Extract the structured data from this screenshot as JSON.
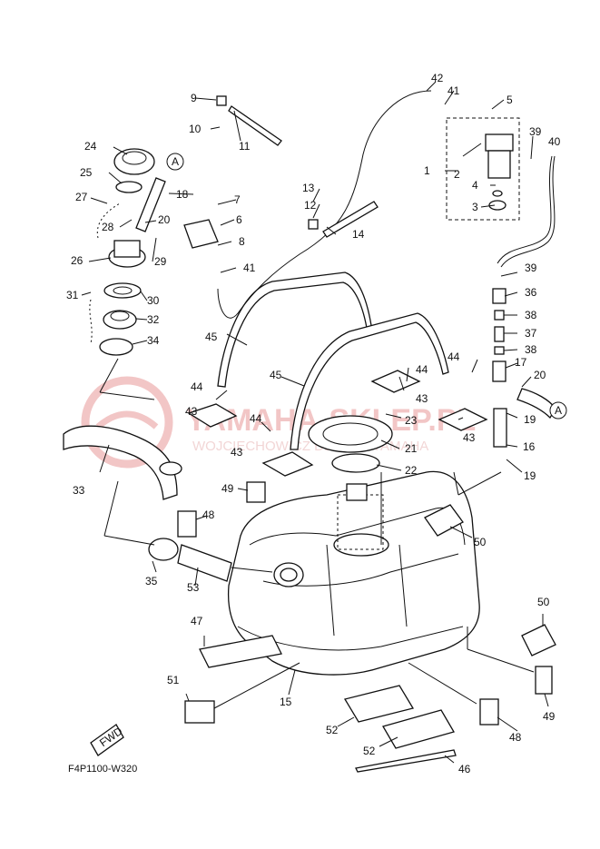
{
  "diagram": {
    "drawing_code": "F4P1100-W320",
    "fwd_label": "FWD",
    "watermark_main": "YAMAHA-SKLEP.PL",
    "watermark_sub": "WOJCIECHOWICZ DEALER YAMAHA",
    "ref_circle": "A",
    "callouts": [
      {
        "id": "c1",
        "text": "1"
      },
      {
        "id": "c2",
        "text": "2"
      },
      {
        "id": "c3",
        "text": "3"
      },
      {
        "id": "c4",
        "text": "4"
      },
      {
        "id": "c5",
        "text": "5"
      },
      {
        "id": "c6",
        "text": "6"
      },
      {
        "id": "c7",
        "text": "7"
      },
      {
        "id": "c8",
        "text": "8"
      },
      {
        "id": "c9",
        "text": "9"
      },
      {
        "id": "c10",
        "text": "10"
      },
      {
        "id": "c11",
        "text": "11"
      },
      {
        "id": "c12",
        "text": "12"
      },
      {
        "id": "c13",
        "text": "13"
      },
      {
        "id": "c14",
        "text": "14"
      },
      {
        "id": "c15",
        "text": "15"
      },
      {
        "id": "c16",
        "text": "16"
      },
      {
        "id": "c17",
        "text": "17"
      },
      {
        "id": "c18",
        "text": "18"
      },
      {
        "id": "c19a",
        "text": "19"
      },
      {
        "id": "c19b",
        "text": "19"
      },
      {
        "id": "c20a",
        "text": "20"
      },
      {
        "id": "c20b",
        "text": "20"
      },
      {
        "id": "c21",
        "text": "21"
      },
      {
        "id": "c22",
        "text": "22"
      },
      {
        "id": "c23",
        "text": "23"
      },
      {
        "id": "c24",
        "text": "24"
      },
      {
        "id": "c25",
        "text": "25"
      },
      {
        "id": "c26",
        "text": "26"
      },
      {
        "id": "c27",
        "text": "27"
      },
      {
        "id": "c28",
        "text": "28"
      },
      {
        "id": "c29",
        "text": "29"
      },
      {
        "id": "c30",
        "text": "30"
      },
      {
        "id": "c31",
        "text": "31"
      },
      {
        "id": "c32",
        "text": "32"
      },
      {
        "id": "c33",
        "text": "33"
      },
      {
        "id": "c34",
        "text": "34"
      },
      {
        "id": "c35",
        "text": "35"
      },
      {
        "id": "c36",
        "text": "36"
      },
      {
        "id": "c37",
        "text": "37"
      },
      {
        "id": "c38a",
        "text": "38"
      },
      {
        "id": "c38b",
        "text": "38"
      },
      {
        "id": "c39a",
        "text": "39"
      },
      {
        "id": "c39b",
        "text": "39"
      },
      {
        "id": "c40",
        "text": "40"
      },
      {
        "id": "c41a",
        "text": "41"
      },
      {
        "id": "c41b",
        "text": "41"
      },
      {
        "id": "c42",
        "text": "42"
      },
      {
        "id": "c43a",
        "text": "43"
      },
      {
        "id": "c43b",
        "text": "43"
      },
      {
        "id": "c43c",
        "text": "43"
      },
      {
        "id": "c43d",
        "text": "43"
      },
      {
        "id": "c44a",
        "text": "44"
      },
      {
        "id": "c44b",
        "text": "44"
      },
      {
        "id": "c44c",
        "text": "44"
      },
      {
        "id": "c44d",
        "text": "44"
      },
      {
        "id": "c45a",
        "text": "45"
      },
      {
        "id": "c45b",
        "text": "45"
      },
      {
        "id": "c46",
        "text": "46"
      },
      {
        "id": "c47",
        "text": "47"
      },
      {
        "id": "c48a",
        "text": "48"
      },
      {
        "id": "c48b",
        "text": "48"
      },
      {
        "id": "c49a",
        "text": "49"
      },
      {
        "id": "c49b",
        "text": "49"
      },
      {
        "id": "c50a",
        "text": "50"
      },
      {
        "id": "c50b",
        "text": "50"
      },
      {
        "id": "c51",
        "text": "51"
      },
      {
        "id": "c52a",
        "text": "52"
      },
      {
        "id": "c52b",
        "text": "52"
      },
      {
        "id": "c53",
        "text": "53"
      }
    ]
  }
}
